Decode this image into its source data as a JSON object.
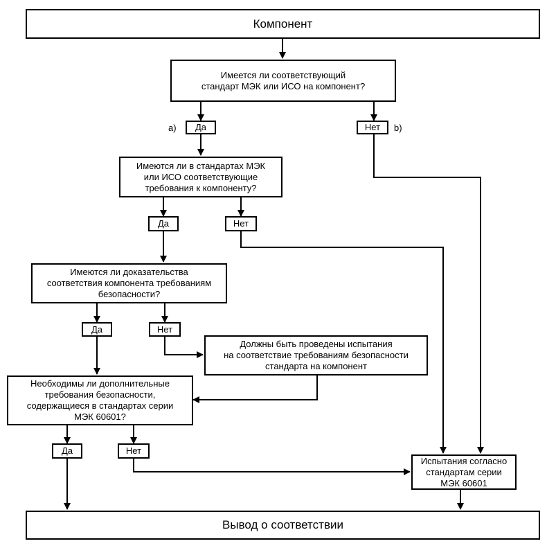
{
  "nodes": {
    "component": "Компонент",
    "q_standard": "Имеется ли соответствующий\nстандарт МЭК или ИСО на компонент?",
    "q_requirements": "Имеются ли в стандартах МЭК\nили ИСО соответствующие\nтребования к компоненту?",
    "q_evidence": "Имеются ли доказательства\nсоответствия компонента требованиям\nбезопасности?",
    "tests_required": "Должны быть проведены испытания\nна соответствие требованиям безопасности\nстандарта на компонент",
    "q_additional": "Необходимы ли дополнительные\nтребования безопасности,\nсодержащиеся в стандартах серии\nМЭК 60601?",
    "tests_60601": "Испытания согласно\nстандартам серии\nМЭК 60601",
    "conclusion": "Вывод о соответствии"
  },
  "answers": {
    "yes": "Да",
    "no": "Нет"
  },
  "notes": {
    "a": "a)",
    "b": "b)"
  }
}
